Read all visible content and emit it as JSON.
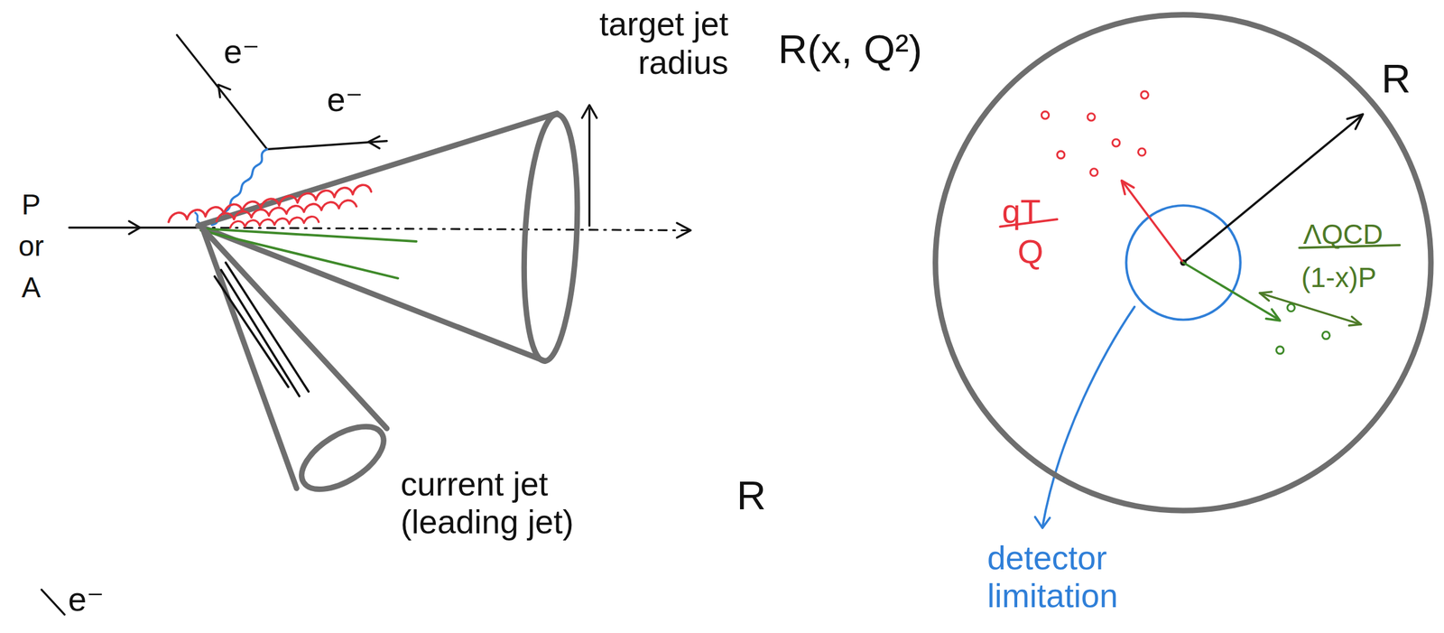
{
  "diagram": {
    "nodes": [
      {
        "text": [
          "R",
          "qT",
          "Q",
          "ΛQCD",
          "(1-x)P"
        ]
      }
    ],
    "labels": [
      "e⁻",
      "e⁻",
      "P or A",
      "target jet radius",
      "R(x, Q²)",
      "current jet (leading jet)",
      "R",
      "detector limitation",
      "e⁻"
    ]
  }
}
